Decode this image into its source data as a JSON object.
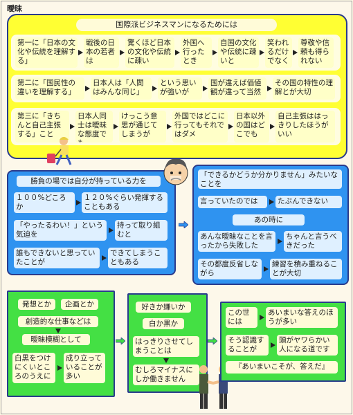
{
  "page_title": "曖昧",
  "top": {
    "title": "国際派ビジネスマンになるためには",
    "rows": [
      [
        "第一に「日本の文化や伝統を理解する」",
        "戦後の日本の若者は",
        "驚くほど日本の文化や伝統に疎い",
        "外国へ行ったとき",
        "自国の文化や伝統に疎いと",
        "笑われるだけでなく",
        "尊敬や信頼も得られない"
      ],
      [
        "第二に「国民性の違いを理解する」",
        "日本人は「人間はみんな同じ」",
        "という思いが強いが",
        "国が違えば価値観が違って当然",
        "その国の特性の理解とが大切"
      ],
      [
        "第三に「きちんと自己主張する」こと",
        "日本人同士は曖昧な態度でも",
        "けっこう意思が通じてしまうが",
        "外国ではどこに行ってもそれではダメ",
        "日本以外の国はどこでも",
        "自己主張ははっきりしたほうがいい"
      ]
    ]
  },
  "mid_left": {
    "header": "勝負の場では自分が持っている力を",
    "b1": "１００%どころか",
    "b2": "１２０%ぐらい発揮することもある",
    "b3": "「やったるわい！」という気迫を",
    "b4": "持って取り組むと",
    "b5": "誰もできないと思っていたことが",
    "b6": "できてしまうこともある"
  },
  "mid_right": {
    "b1": "「できるかどうか分かりません」みたいなことを",
    "b2": "言っていたのでは",
    "b3": "たぶんできない",
    "b4": "あの時に",
    "b5": "あんな曖昧なことを言ったから失敗した",
    "b6": "ちゃんと言うべきだった",
    "b7": "その都度反省しながら",
    "b8": "練習を積み重ねることが大切"
  },
  "bot_left": {
    "b1": "発想とか",
    "b2": "企画とか",
    "b3": "創造的な仕事などは",
    "b4": "曖昧模糊として",
    "b5": "白黒をつけにくいところのうえに",
    "b6": "成り立っていることが多い"
  },
  "bot_mid": {
    "b1": "好きか嫌いか",
    "b2": "白か黒か",
    "b3": "はっきりさせてしまうことは",
    "b4": "むしろマイナスにしか働きません"
  },
  "bot_right": {
    "b1": "この世には",
    "b2": "あいまいな答えのほうが多い",
    "b3": "そう認識することが",
    "b4": "頭がヤワらかい人になる道です",
    "b5": "『あいまいこそが、答えだ』"
  },
  "colors": {
    "yellow": "#ffff33",
    "blue": "#2f93f0",
    "green": "#44e044",
    "border": "#2a3b8c"
  }
}
